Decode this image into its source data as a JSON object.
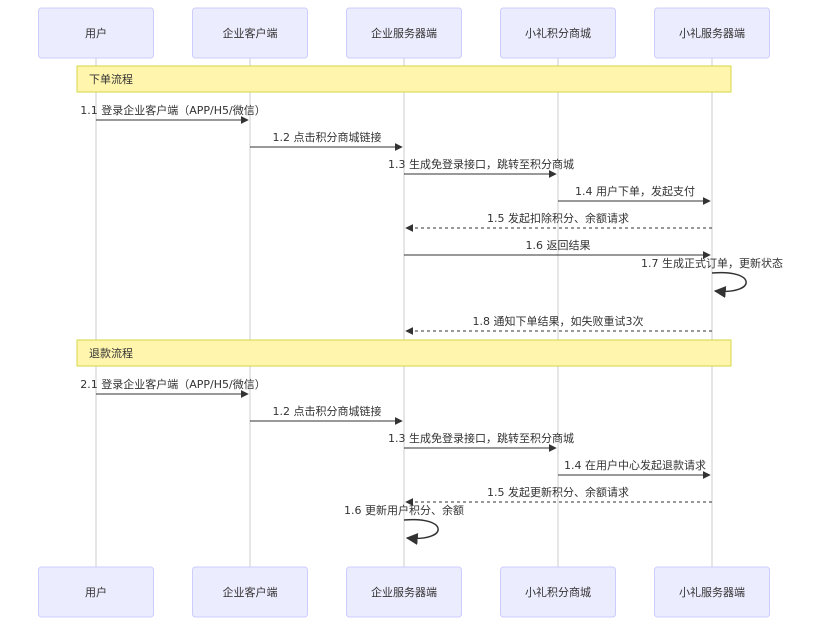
{
  "participants": [
    {
      "id": "user",
      "label": "用户"
    },
    {
      "id": "client",
      "label": "企业客户端"
    },
    {
      "id": "server",
      "label": "企业服务器端"
    },
    {
      "id": "mall",
      "label": "小礼积分商城"
    },
    {
      "id": "xlserver",
      "label": "小礼服务器端"
    }
  ],
  "sections": [
    {
      "note": "下单流程",
      "messages": [
        {
          "from": "user",
          "to": "client",
          "label": "1.1 登录企业客户端（APP/H5/微信）",
          "style": "solid"
        },
        {
          "from": "client",
          "to": "server",
          "label": "1.2 点击积分商城链接",
          "style": "solid"
        },
        {
          "from": "server",
          "to": "mall",
          "label": "1.3 生成免登录接口，跳转至积分商城",
          "style": "solid"
        },
        {
          "from": "mall",
          "to": "xlserver",
          "label": "1.4 用户下单，发起支付",
          "style": "solid"
        },
        {
          "from": "xlserver",
          "to": "server",
          "label": "1.5 发起扣除积分、余额请求",
          "style": "dashed"
        },
        {
          "from": "server",
          "to": "xlserver",
          "label": "1.6 返回结果",
          "style": "solid"
        },
        {
          "from": "xlserver",
          "to": "xlserver",
          "label": "1.7 生成正式订单，更新状态",
          "style": "self"
        },
        {
          "from": "xlserver",
          "to": "server",
          "label": "1.8 通知下单结果，如失败重试3次",
          "style": "dashed"
        }
      ]
    },
    {
      "note": "退款流程",
      "messages": [
        {
          "from": "user",
          "to": "client",
          "label": "2.1 登录企业客户端（APP/H5/微信）",
          "style": "solid"
        },
        {
          "from": "client",
          "to": "server",
          "label": "1.2 点击积分商城链接",
          "style": "solid"
        },
        {
          "from": "server",
          "to": "mall",
          "label": "1.3 生成免登录接口，跳转至积分商城",
          "style": "solid"
        },
        {
          "from": "mall",
          "to": "xlserver",
          "label": "1.4 在用户中心发起退款请求",
          "style": "solid"
        },
        {
          "from": "xlserver",
          "to": "server",
          "label": "1.5 发起更新积分、余额请求",
          "style": "dashed"
        },
        {
          "from": "server",
          "to": "server",
          "label": "1.6 更新用户积分、余额",
          "style": "self"
        }
      ]
    }
  ],
  "colors": {
    "actor_fill": "#ECECFF",
    "actor_stroke": "#CCCCFF",
    "note_fill": "#FFF5AD",
    "note_stroke": "#D6D64A",
    "lifeline": "#CCCCCC",
    "message": "#333333",
    "text": "#333333"
  }
}
